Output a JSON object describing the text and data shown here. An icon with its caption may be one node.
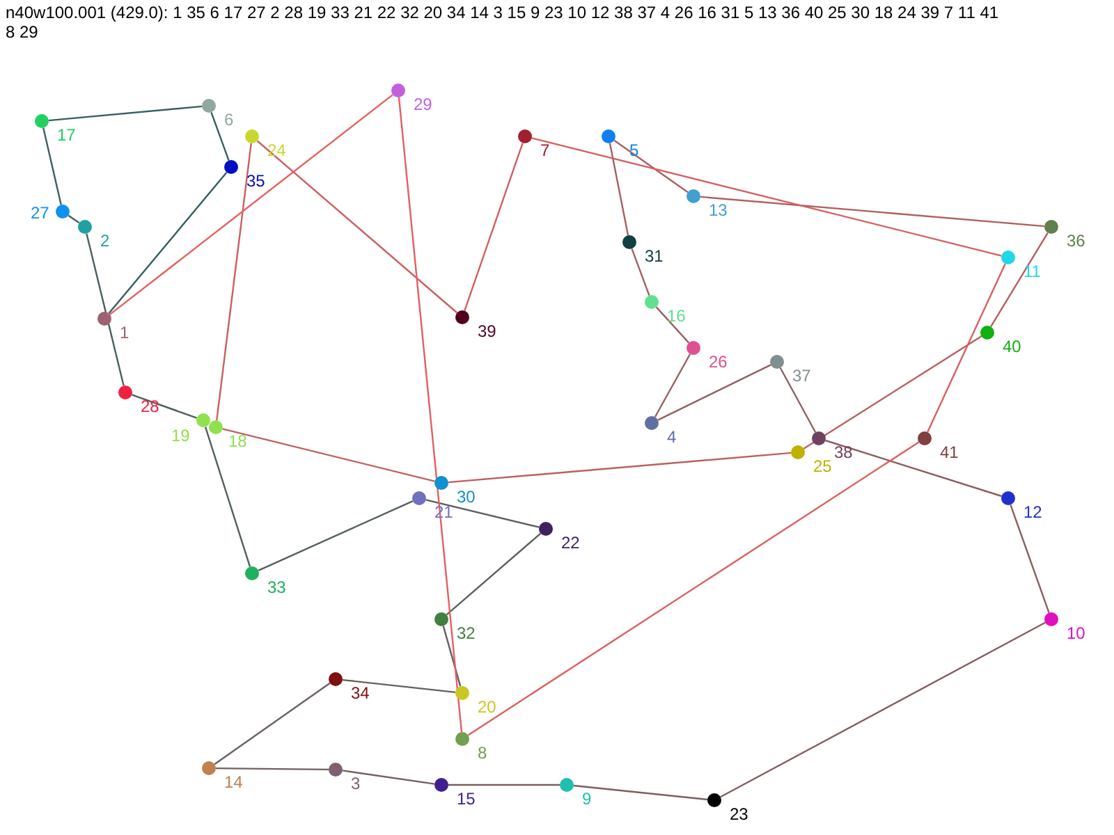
{
  "diagram": {
    "nodes": [
      {
        "text": [],
        "shape": "circle",
        "beside": [
          "1"
        ]
      },
      {
        "text": [],
        "shape": "circle",
        "beside": [
          "2"
        ]
      },
      {
        "text": [],
        "shape": "circle",
        "beside": [
          "3"
        ]
      },
      {
        "text": [],
        "shape": "circle",
        "beside": [
          "4"
        ]
      },
      {
        "text": [],
        "shape": "circle",
        "beside": [
          "5"
        ]
      },
      {
        "text": [],
        "shape": "circle",
        "beside": [
          "6"
        ]
      },
      {
        "text": [],
        "shape": "circle",
        "beside": [
          "7"
        ]
      },
      {
        "text": [],
        "shape": "circle",
        "beside": [
          "8"
        ]
      },
      {
        "text": [],
        "shape": "circle",
        "beside": [
          "9"
        ]
      },
      {
        "text": [],
        "shape": "circle",
        "beside": [
          "10"
        ]
      },
      {
        "text": [],
        "shape": "circle",
        "beside": [
          "11"
        ]
      },
      {
        "text": [],
        "shape": "circle",
        "beside": [
          "12"
        ]
      },
      {
        "text": [],
        "shape": "circle",
        "beside": [
          "13"
        ]
      },
      {
        "text": [],
        "shape": "circle",
        "beside": [
          "14"
        ]
      },
      {
        "text": [],
        "shape": "circle",
        "beside": [
          "15"
        ]
      },
      {
        "text": [],
        "shape": "circle",
        "beside": [
          "16"
        ]
      },
      {
        "text": [],
        "shape": "circle",
        "beside": [
          "17"
        ]
      },
      {
        "text": [],
        "shape": "circle",
        "beside": [
          "18"
        ]
      },
      {
        "text": [],
        "shape": "circle",
        "beside": [
          "19"
        ]
      },
      {
        "text": [],
        "shape": "circle",
        "beside": [
          "20"
        ]
      },
      {
        "text": [],
        "shape": "circle",
        "beside": [
          "21"
        ]
      },
      {
        "text": [],
        "shape": "circle",
        "beside": [
          "22"
        ]
      },
      {
        "text": [],
        "shape": "circle",
        "beside": [
          "23"
        ]
      },
      {
        "text": [],
        "shape": "circle",
        "beside": [
          "24"
        ]
      },
      {
        "text": [],
        "shape": "circle",
        "beside": [
          "25"
        ]
      },
      {
        "text": [],
        "shape": "circle",
        "beside": [
          "26"
        ]
      },
      {
        "text": [],
        "shape": "circle",
        "beside": [
          "27"
        ]
      },
      {
        "text": [],
        "shape": "circle",
        "beside": [
          "28"
        ]
      },
      {
        "text": [],
        "shape": "circle",
        "beside": [
          "29"
        ]
      },
      {
        "text": [],
        "shape": "circle",
        "beside": [
          "30"
        ]
      },
      {
        "text": [],
        "shape": "circle",
        "beside": [
          "31"
        ]
      },
      {
        "text": [],
        "shape": "circle",
        "beside": [
          "32"
        ]
      },
      {
        "text": [],
        "shape": "circle",
        "beside": [
          "33"
        ]
      },
      {
        "text": [],
        "shape": "circle",
        "beside": [
          "34"
        ]
      },
      {
        "text": [],
        "shape": "circle",
        "beside": [
          "35"
        ]
      },
      {
        "text": [],
        "shape": "circle",
        "beside": [
          "36"
        ]
      },
      {
        "text": [],
        "shape": "circle",
        "beside": [
          "37"
        ]
      },
      {
        "text": [],
        "shape": "circle",
        "beside": [
          "38"
        ]
      },
      {
        "text": [],
        "shape": "circle",
        "beside": [
          "39"
        ]
      },
      {
        "text": [],
        "shape": "circle",
        "beside": [
          "40"
        ]
      },
      {
        "text": [],
        "shape": "circle",
        "beside": [
          "41"
        ]
      }
    ],
    "edges": [
      {
        "from": 0,
        "to": 34,
        "arrow": "none",
        "color": "#2f5f5f"
      },
      {
        "from": 34,
        "to": 5,
        "arrow": "none",
        "color": "#345f5f"
      },
      {
        "from": 5,
        "to": 16,
        "arrow": "none",
        "color": "#385f5f"
      },
      {
        "from": 16,
        "to": 26,
        "arrow": "none",
        "color": "#3d5f5f"
      },
      {
        "from": 26,
        "to": 1,
        "arrow": "none",
        "color": "#425f5f"
      },
      {
        "from": 1,
        "to": 27,
        "arrow": "none",
        "color": "#465f5f"
      },
      {
        "from": 27,
        "to": 18,
        "arrow": "none",
        "color": "#4b5f5f"
      },
      {
        "from": 18,
        "to": 32,
        "arrow": "none",
        "color": "#4f5f5f"
      },
      {
        "from": 32,
        "to": 20,
        "arrow": "none",
        "color": "#545f5f"
      },
      {
        "from": 20,
        "to": 21,
        "arrow": "none",
        "color": "#595f5f"
      },
      {
        "from": 21,
        "to": 31,
        "arrow": "none",
        "color": "#5d5f5f"
      },
      {
        "from": 31,
        "to": 19,
        "arrow": "none",
        "color": "#625f5f"
      },
      {
        "from": 19,
        "to": 33,
        "arrow": "none",
        "color": "#675f5f"
      },
      {
        "from": 33,
        "to": 13,
        "arrow": "none",
        "color": "#6b5f5f"
      },
      {
        "from": 13,
        "to": 2,
        "arrow": "none",
        "color": "#705f5f"
      },
      {
        "from": 2,
        "to": 14,
        "arrow": "none",
        "color": "#745f5f"
      },
      {
        "from": 14,
        "to": 8,
        "arrow": "none",
        "color": "#795f5f"
      },
      {
        "from": 8,
        "to": 22,
        "arrow": "none",
        "color": "#7e5f5f"
      },
      {
        "from": 22,
        "to": 9,
        "arrow": "none",
        "color": "#825f5f"
      },
      {
        "from": 9,
        "to": 11,
        "arrow": "none",
        "color": "#875f5f"
      },
      {
        "from": 11,
        "to": 37,
        "arrow": "none",
        "color": "#8c5f5f"
      },
      {
        "from": 37,
        "to": 36,
        "arrow": "none",
        "color": "#905f5f"
      },
      {
        "from": 36,
        "to": 3,
        "arrow": "none",
        "color": "#955f5f"
      },
      {
        "from": 3,
        "to": 25,
        "arrow": "none",
        "color": "#995f5f"
      },
      {
        "from": 25,
        "to": 15,
        "arrow": "none",
        "color": "#9e5f5f"
      },
      {
        "from": 15,
        "to": 30,
        "arrow": "none",
        "color": "#a35f5f"
      },
      {
        "from": 30,
        "to": 4,
        "arrow": "none",
        "color": "#a75f5f"
      },
      {
        "from": 4,
        "to": 12,
        "arrow": "none",
        "color": "#ac5f5f"
      },
      {
        "from": 12,
        "to": 35,
        "arrow": "none",
        "color": "#b15f5f"
      },
      {
        "from": 35,
        "to": 39,
        "arrow": "none",
        "color": "#b55f5f"
      },
      {
        "from": 39,
        "to": 24,
        "arrow": "none",
        "color": "#ba5f5f"
      },
      {
        "from": 24,
        "to": 29,
        "arrow": "none",
        "color": "#be5f5f"
      },
      {
        "from": 29,
        "to": 17,
        "arrow": "none",
        "color": "#c35f5f"
      },
      {
        "from": 17,
        "to": 23,
        "arrow": "none",
        "color": "#c85f5f"
      },
      {
        "from": 23,
        "to": 38,
        "arrow": "none",
        "color": "#cc5f5f"
      },
      {
        "from": 38,
        "to": 6,
        "arrow": "none",
        "color": "#d15f5f"
      },
      {
        "from": 6,
        "to": 10,
        "arrow": "none",
        "color": "#d65f5f"
      },
      {
        "from": 10,
        "to": 40,
        "arrow": "none",
        "color": "#da5f5f"
      },
      {
        "from": 40,
        "to": 7,
        "arrow": "none",
        "color": "#df5f5f"
      },
      {
        "from": 7,
        "to": 28,
        "arrow": "none",
        "color": "#e35f5f"
      },
      {
        "from": 28,
        "to": 0,
        "arrow": "none",
        "color": "#e85f5f"
      }
    ],
    "labels": [
      "n40w100.001 (429.0): 1 35 6 17 27 2 28 19 33 21 22 32 20 34 14 3 15 9 23 10 12 38 37 4 26 16 31 5 13 36 40 25 30 18 24 39 7 11 41 8 29"
    ]
  }
}
